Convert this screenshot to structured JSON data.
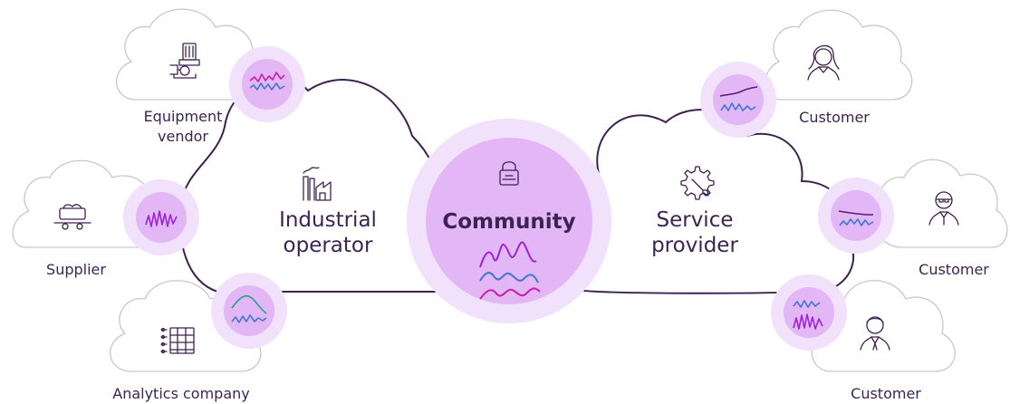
{
  "center": {
    "label": "Community",
    "icon": "lock-icon"
  },
  "main_clouds": {
    "left": {
      "line1": "Industrial",
      "line2": "operator",
      "icon": "factory-icon"
    },
    "right": {
      "line1": "Service",
      "line2": "provider",
      "icon": "gear-wrench-icon"
    }
  },
  "satellites": {
    "equipment_vendor": {
      "line1": "Equipment",
      "line2": "vendor",
      "icon": "pump-icon"
    },
    "supplier": {
      "label": "Supplier",
      "icon": "mine-cart-icon"
    },
    "analytics_company": {
      "label": "Analytics company",
      "icon": "data-table-icon"
    },
    "customer_1": {
      "label": "Customer",
      "icon": "woman-avatar-icon"
    },
    "customer_2": {
      "label": "Customer",
      "icon": "man-glasses-avatar-icon"
    },
    "customer_3": {
      "label": "Customer",
      "icon": "man-avatar-icon"
    }
  },
  "colors": {
    "text": "#3b2454",
    "outline": "#3d2250",
    "light_outline": "#c9c6cc",
    "halo": "#f1e1fb",
    "disc": "#e3b6f6",
    "wave_purple": "#9a24d8",
    "wave_blue": "#3f78d4",
    "wave_magenta": "#cc1ea6",
    "wave_teal": "#1ea38b",
    "wave_dark": "#5a1b7c"
  }
}
